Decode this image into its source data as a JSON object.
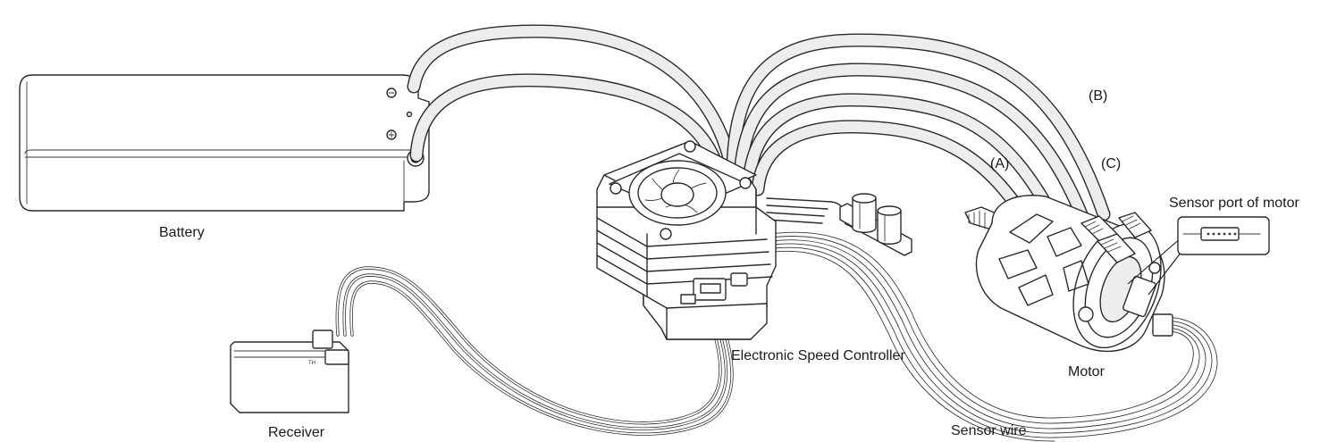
{
  "labels": {
    "battery": "Battery",
    "receiver": "Receiver",
    "esc": "Electronic Speed Controller",
    "motor": "Motor",
    "sensor_wire": "Sensor wire",
    "sensor_port": "Sensor port of motor",
    "phase_a": "(A)",
    "phase_b": "(B)",
    "phase_c": "(C)"
  },
  "icons": {
    "battery_negative": "minus-symbol",
    "battery_positive": "plus-symbol",
    "esc_fan": "fan-icon"
  },
  "colors": {
    "line": "#2a2a2a",
    "cable_fill": "#ededed",
    "background": "#ffffff"
  }
}
